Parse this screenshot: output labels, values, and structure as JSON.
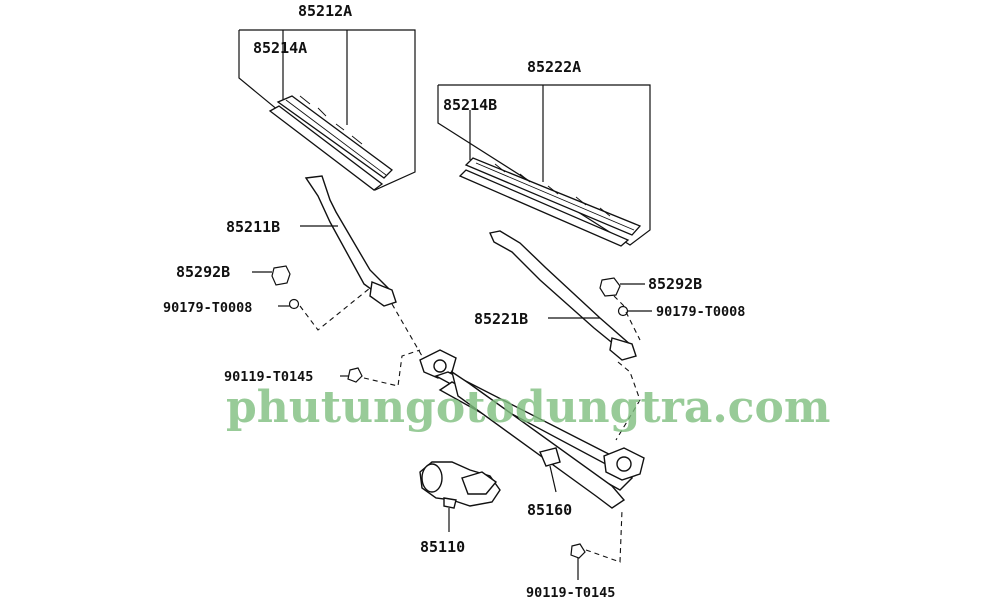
{
  "diagram": {
    "parts": {
      "blade_assembly_left": "85212A",
      "blade_rubber_left": "85214A",
      "blade_assembly_right": "85222A",
      "blade_rubber_right": "85214B",
      "arm_left": "85211B",
      "arm_right": "85221B",
      "cap_left": "85292B",
      "cap_right": "85292B",
      "arm_nut_left": "90179-T0008",
      "arm_nut_right": "90179-T0008",
      "linkage_bolt_upper": "90119-T0145",
      "linkage_bolt_lower": "90119-T0145",
      "linkage": "85160",
      "motor": "85110"
    },
    "watermark": "phutungotodungtra.com"
  }
}
